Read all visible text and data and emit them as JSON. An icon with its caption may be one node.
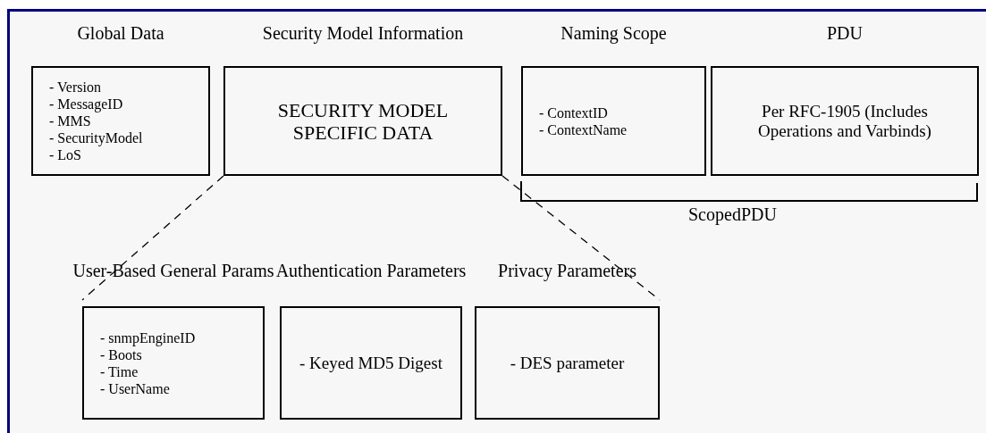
{
  "diagram": {
    "nodes": [
      {
        "text": [
          "Global Data",
          "- Version",
          "- MessageID",
          "- MMS",
          "- SecurityModel",
          "- LoS"
        ]
      },
      {
        "text": [
          "Security Model Information",
          "SECURITY MODEL SPECIFIC DATA"
        ]
      },
      {
        "text": [
          "Naming Scope",
          "- ContextID",
          "- ContextName"
        ]
      },
      {
        "text": [
          "PDU",
          "Per RFC-1905 (Includes Operations and Varbinds)"
        ]
      },
      {
        "text": [
          "User-Based General Params",
          "- snmpEngineID",
          "- Boots",
          "- Time",
          "- UserName"
        ]
      },
      {
        "text": [
          "Authentication Parameters",
          "- Keyed MD5 Digest"
        ]
      },
      {
        "text": [
          "Privacy Parameters",
          "- DES parameter"
        ]
      }
    ],
    "edges": [
      {
        "from": 1,
        "to": 4,
        "arrow": "none",
        "style": "dashed"
      },
      {
        "from": 1,
        "to": 6,
        "arrow": "none",
        "style": "dashed"
      }
    ],
    "labels": [
      "ScopedPDU"
    ]
  }
}
